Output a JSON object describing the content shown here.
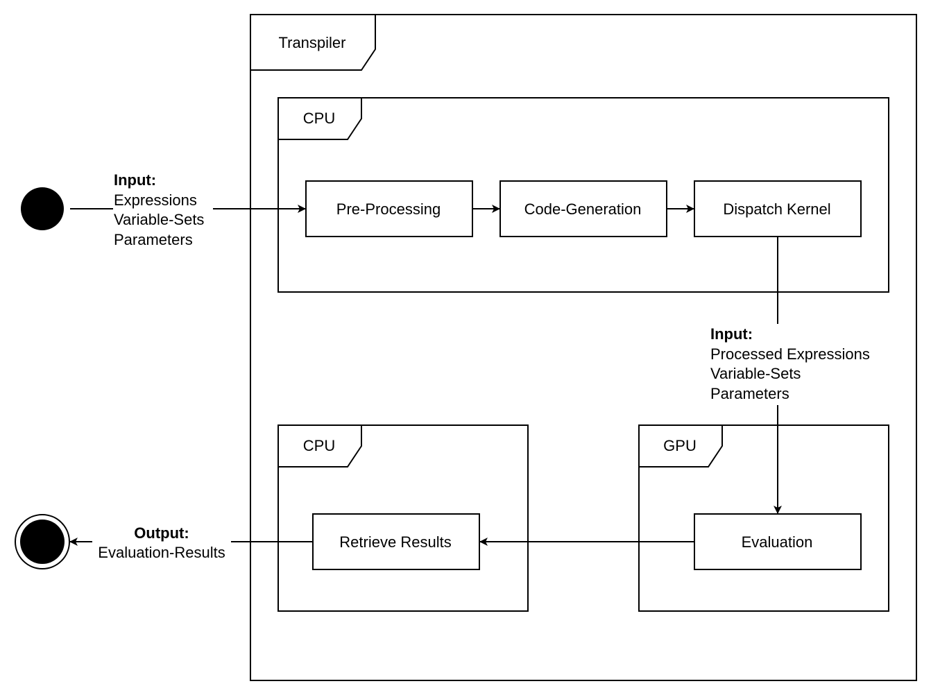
{
  "frames": {
    "transpiler": "Transpiler",
    "cpu_top": "CPU",
    "cpu_bottom": "CPU",
    "gpu": "GPU"
  },
  "steps": {
    "pre_processing": "Pre-Processing",
    "code_generation": "Code-Generation",
    "dispatch_kernel": "Dispatch Kernel",
    "evaluation": "Evaluation",
    "retrieve_results": "Retrieve Results"
  },
  "input_label": {
    "title": "Input:",
    "lines": [
      "Expressions",
      "Variable-Sets",
      "Parameters"
    ]
  },
  "kernel_input_label": {
    "title": "Input:",
    "lines": [
      "Processed Expressions",
      "Variable-Sets",
      "Parameters"
    ]
  },
  "output_label": {
    "title": "Output:",
    "lines": [
      "Evaluation-Results"
    ]
  }
}
